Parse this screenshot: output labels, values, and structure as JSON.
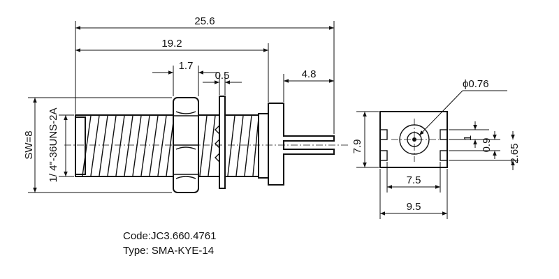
{
  "dimensions": {
    "overall_length": "25.6",
    "body_length": "19.2",
    "nut_width": "1.7",
    "washer_thickness": "0.5",
    "tail_length": "4.8",
    "pin_diameter": "ϕ0.76",
    "wrench_size": "SW=8",
    "thread_spec": "1/ 4\"-36UNS-2A",
    "flange_height": "7.9",
    "pin_offset": "1",
    "tab_height": "0.9",
    "pin_height": "2.65",
    "inner_width": "7.5",
    "outer_width": "9.5"
  },
  "caption": {
    "code": "Code:JC3.660.4761",
    "type": "Type: SMA-KYE-14"
  },
  "colors": {
    "ink": "#111111",
    "background": "#ffffff"
  }
}
